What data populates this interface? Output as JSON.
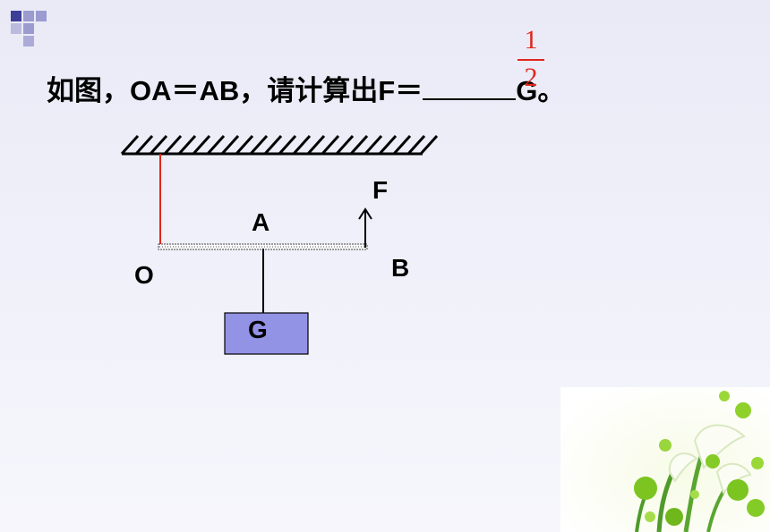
{
  "question": {
    "prefix": "如图，OA＝AB，请计算出F＝",
    "suffix": "G。",
    "answer_numerator": "1",
    "answer_denominator": "2",
    "answer_color": "#e0261c"
  },
  "diagram": {
    "label_O": "O",
    "label_A": "A",
    "label_B": "B",
    "label_F": "F",
    "label_G": "G",
    "weight_fill": "#9393e6",
    "string_color": "#e0261c"
  }
}
